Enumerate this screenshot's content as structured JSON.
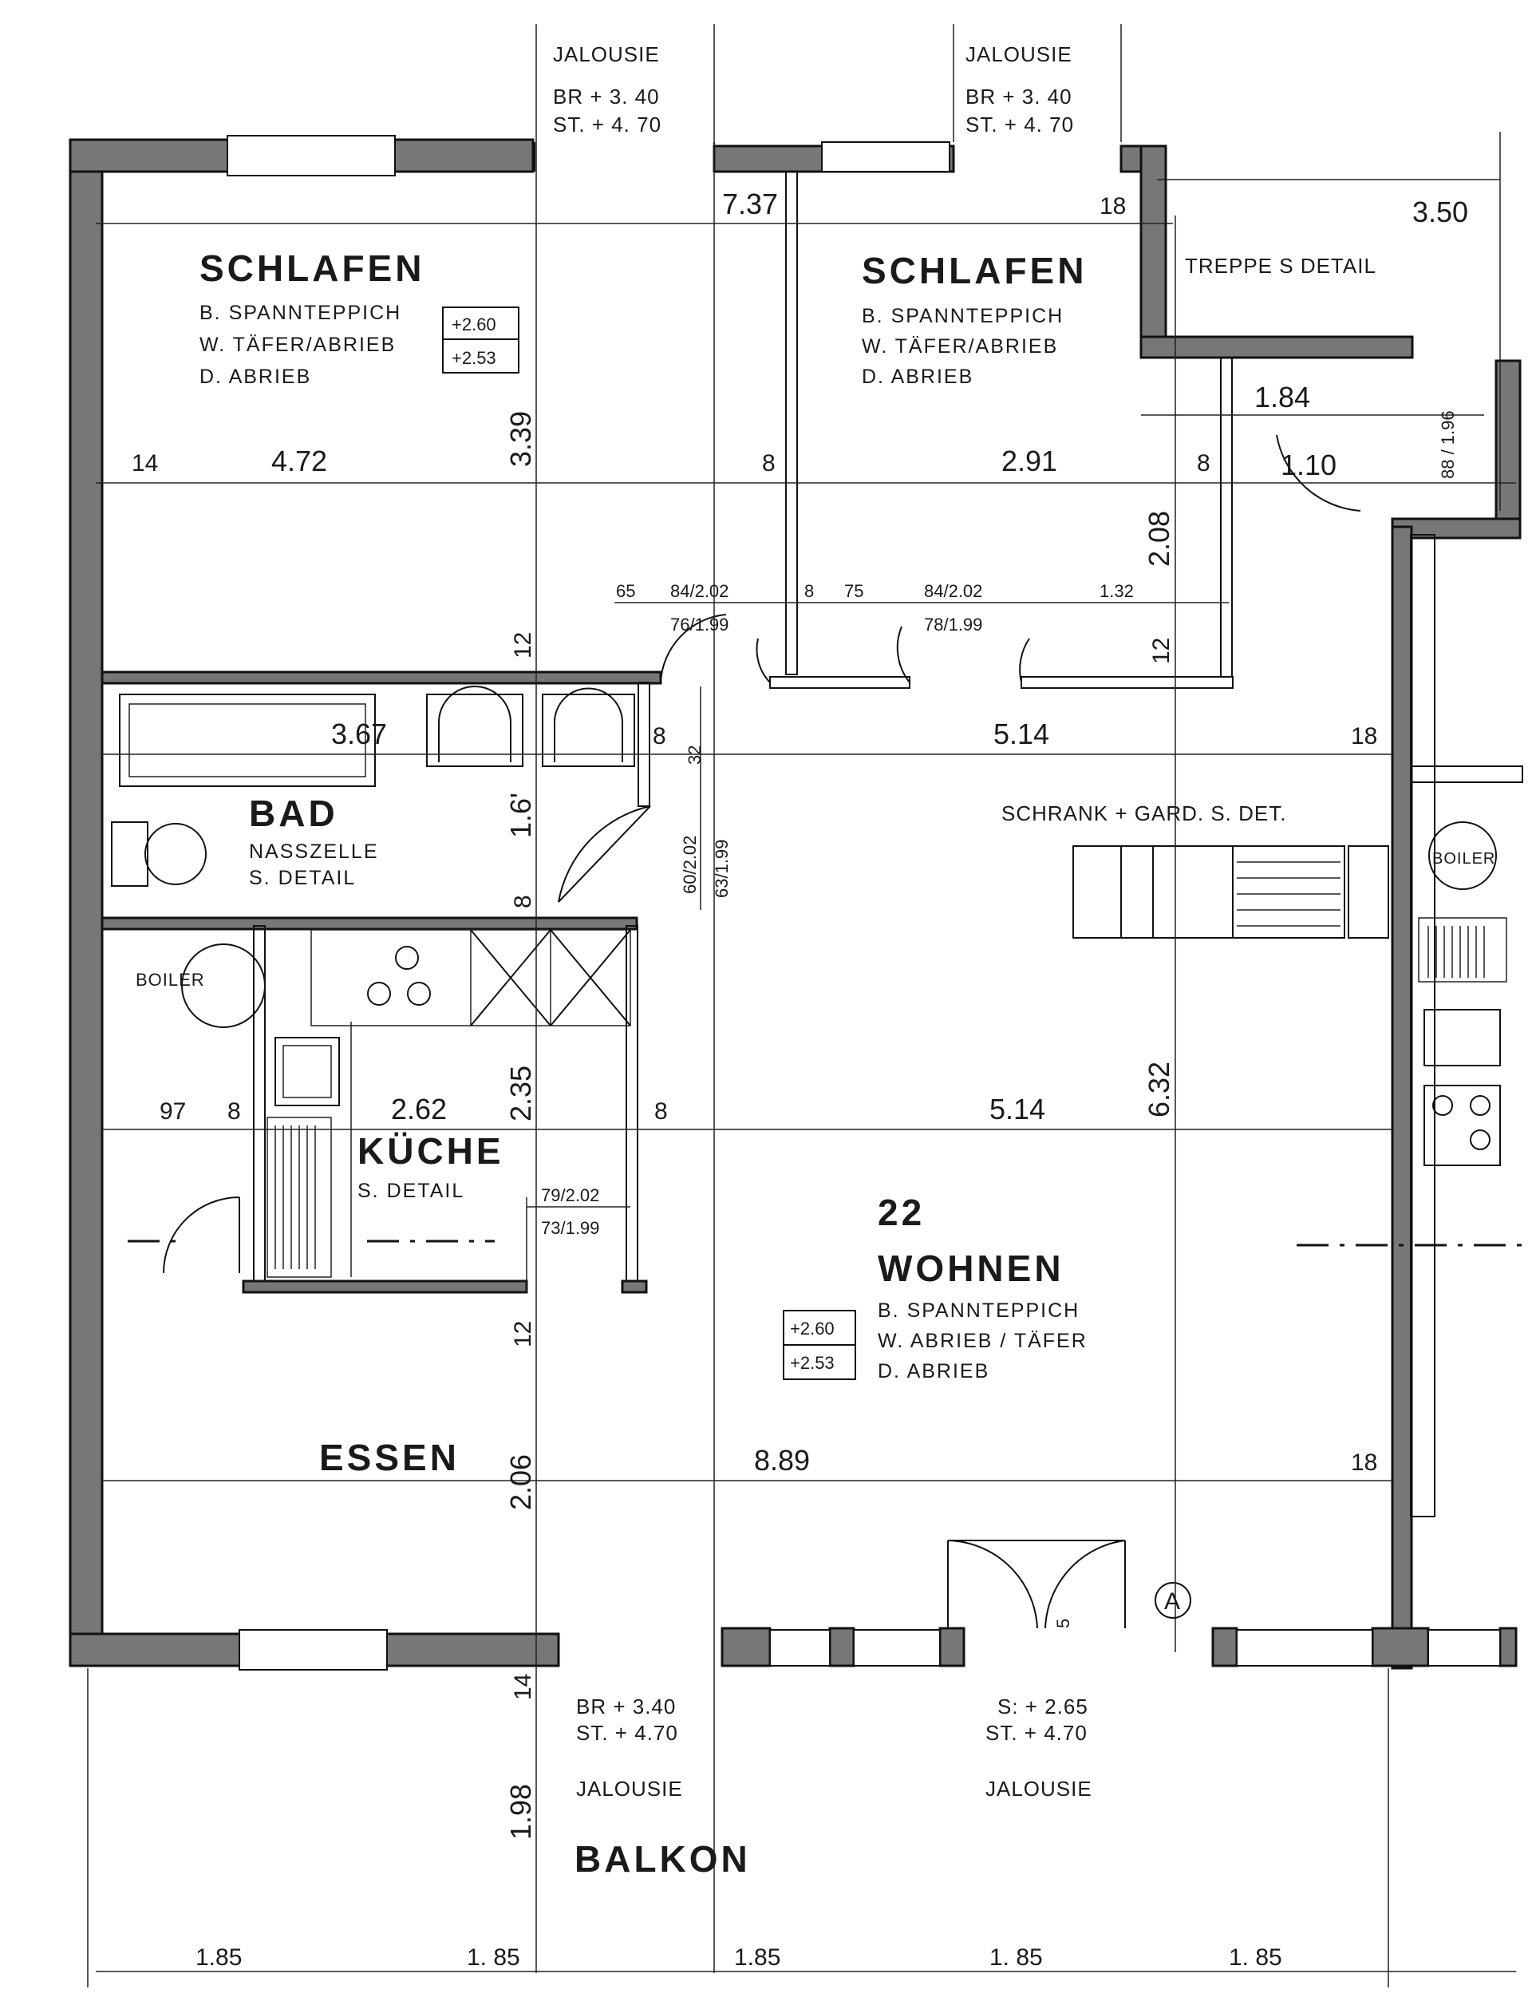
{
  "rooms": {
    "schlafen1": {
      "name": "SCHLAFEN",
      "lines": [
        "B. SPANNTEPPICH",
        "W. TÄFER/ABRIEB",
        "D. ABRIEB"
      ],
      "level_top": "+2.60",
      "level_bottom": "+2.53"
    },
    "schlafen2": {
      "name": "SCHLAFEN",
      "lines": [
        "B. SPANNTEPPICH",
        "W. TÄFER/ABRIEB",
        "D. ABRIEB"
      ]
    },
    "bad": {
      "name": "BAD",
      "lines": [
        "NASSZELLE",
        "S. DETAIL"
      ]
    },
    "kueche": {
      "name": "KÜCHE",
      "lines": [
        "S. DETAIL"
      ]
    },
    "wohnen": {
      "number": "22",
      "name": "WOHNEN",
      "lines": [
        "B.  SPANNTEPPICH",
        "W.  ABRIEB / TÄFER",
        "D.  ABRIEB"
      ],
      "level_top": "+2.60",
      "level_bottom": "+2.53"
    },
    "essen": {
      "name": "ESSEN"
    },
    "balkon": {
      "name": "BALKON"
    }
  },
  "notes": {
    "boiler_left": "BOILER",
    "boiler_right": "BOILER",
    "treppe": "TREPPE S DETAIL",
    "schrank": "SCHRANK + GARD. S. DET.",
    "section_marker": "A"
  },
  "windows": {
    "top_left": {
      "label": "JALOUSIE",
      "br": "BR + 3. 40",
      "st": "ST. + 4. 70"
    },
    "top_right": {
      "label": "JALOUSIE",
      "br": "BR + 3. 40",
      "st": "ST. + 4. 70"
    },
    "bottom_left": {
      "br": "BR + 3.40",
      "st": "ST. + 4.70",
      "label": "JALOUSIE"
    },
    "bottom_right": {
      "s": "S:  + 2.65",
      "st": "ST.   + 4.70",
      "label": "JALOUSIE"
    }
  },
  "dimensions": {
    "d737": "7.37",
    "d18a": "18",
    "d350": "3.50",
    "d14": "14",
    "d472": "4.72",
    "d339": "3.39",
    "d8a": "8",
    "d291": "2.91",
    "d8b": "8",
    "d110": "1.10",
    "d184": "1.84",
    "d88_196": "88 / 1.96",
    "d208": "2.08",
    "d65": "65",
    "d84_202a": "84/2.02",
    "d8c": "8",
    "d75": "75",
    "d84_202b": "84/2.02",
    "d132": "1.32",
    "d76_199": "76/1.99",
    "d78_199": "78/1.99",
    "d12a": "12",
    "d12b": "12",
    "d367": "3.67",
    "d8d": "8",
    "d32": "32",
    "d514a": "5.14",
    "d18b": "18",
    "d161": "1.6'",
    "d60_202": "60/2.02",
    "d63_199": "63/1.99",
    "d8e": "8",
    "d97": "97",
    "d8f": "8",
    "d262": "2.62",
    "d235": "2.35",
    "d8g": "8",
    "d514b": "5.14",
    "d632": "6.32",
    "d79_202": "79/2.02",
    "d73_199": "73/1.99",
    "d12c": "12",
    "d206": "2.06",
    "d889": "8.89",
    "d18c": "18",
    "d5": "5",
    "d14b": "14",
    "d198": "1.98",
    "bottom": [
      "1.85",
      "1. 85",
      "1.85",
      "1. 85",
      "1. 85"
    ]
  }
}
